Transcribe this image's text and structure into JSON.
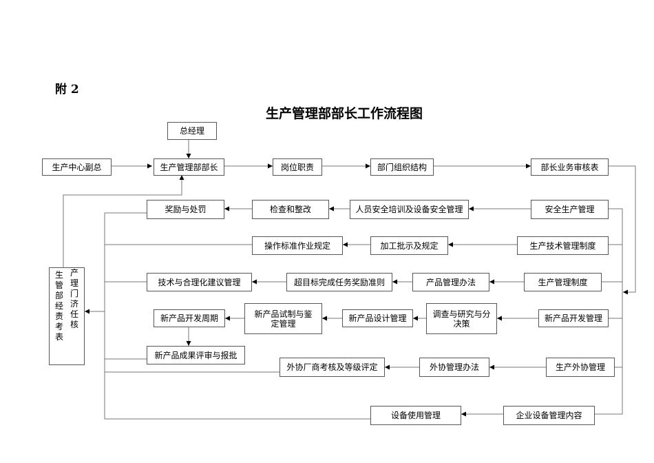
{
  "page": {
    "appendix_label": "附 2",
    "title": "生产管理部部长工作流程图"
  },
  "nodes": {
    "general_manager": "总经理",
    "prod_center_vp": "生产中心副总",
    "prod_dept_head": "生产管理部部长",
    "job_duties": "岗位职责",
    "dept_org": "部门组织结构",
    "head_business_review": "部长业务审核表",
    "reward_punish": "奖励与处罚",
    "inspect_rectify": "检查和整改",
    "safety_training": "人员安全培训及设备安全管理",
    "safety_mgmt": "安全生产管理",
    "op_standard": "操作标准作业规定",
    "processing_instr": "加工批示及规定",
    "prod_tech_system": "生产技术管理制度",
    "tech_suggestion": "技术与合理化建议管理",
    "over_target_reward": "超目标完成任务奖励准则",
    "product_mgmt": "产品管理办法",
    "prod_mgmt_system": "生产管理制度",
    "new_dev_cycle": "新产品开发周期",
    "new_trial": "新产品试制与鉴定管理",
    "new_design": "新产品设计管理",
    "research_decision": "调查与研究与分决策",
    "new_dev_mgmt": "新产品开发管理",
    "new_result_review": "新产品成果评审与报批",
    "outsource_eval": "外协厂商考核及等级评定",
    "outsource_method": "外协管理办法",
    "prod_outsource": "生产外协管理",
    "equip_usage": "设备使用管理",
    "equip_content": "企业设备管理内容",
    "assessment_col1": "生管部经责考表",
    "assessment_col2": "产理门济任核"
  }
}
